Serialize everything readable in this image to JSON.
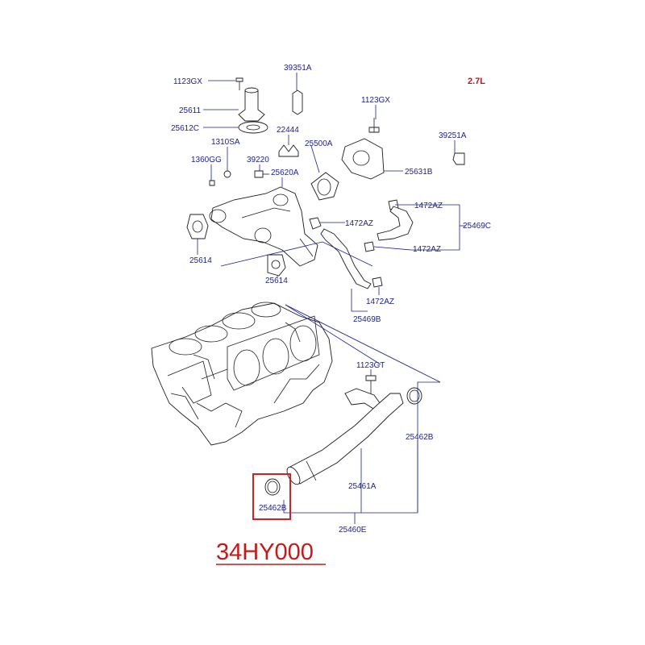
{
  "diagram": {
    "engine_variant": "2.7L",
    "reference_code": "34HY000",
    "highlighted_part": "25462B",
    "part_labels": [
      "1123GX",
      "39351A",
      "25611",
      "25612C",
      "22444",
      "1310SA",
      "1123GX",
      "39251A",
      "1360GG",
      "39220",
      "25500A",
      "25620A",
      "25631B",
      "1472AZ",
      "1472AZ",
      "25469C",
      "1472AZ",
      "25614",
      "25614",
      "1472AZ",
      "25469B",
      "1123GT",
      "25462B",
      "25461A",
      "25462B",
      "25460E"
    ]
  },
  "colors": {
    "label_text": "#1a1f8f",
    "variant_text": "#c0161b",
    "highlight_box": "#d42020",
    "reference_code": "#c41a1a"
  }
}
